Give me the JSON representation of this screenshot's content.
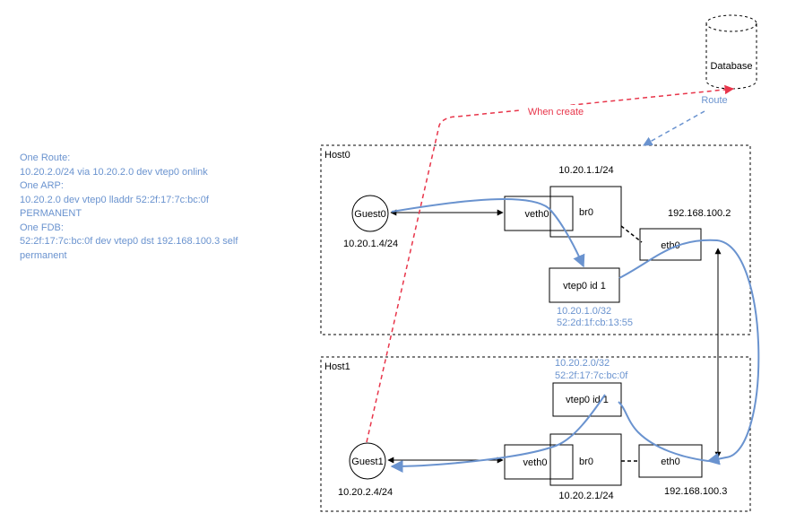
{
  "info_notes": [
    "One Route:",
    "10.20.2.0/24 via 10.20.2.0 dev vtep0 onlink",
    "One ARP:",
    "10.20.2.0 dev vtep0 lladdr 52:2f:17:7c:bc:0f",
    "PERMANENT",
    "One FDB:",
    "52:2f:17:7c:bc:0f dev vtep0 dst 192.168.100.3 self",
    "permanent"
  ],
  "database": {
    "label": "Database",
    "route_label": "Route",
    "when_create_label": "When create"
  },
  "host0": {
    "title": "Host0",
    "guest": "Guest0",
    "guest_ip": "10.20.1.4/24",
    "veth": "veth0",
    "bridge": "br0",
    "bridge_ip": "10.20.1.1/24",
    "eth": "eth0",
    "eth_ip": "192.168.100.2",
    "vtep": "vtep0 id 1",
    "vtep_ip": "10.20.1.0/32",
    "vtep_mac": "52:2d:1f:cb:13:55"
  },
  "host1": {
    "title": "Host1",
    "guest": "Guest1",
    "guest_ip": "10.20.2.4/24",
    "veth": "veth0",
    "bridge": "br0",
    "bridge_ip": "10.20.2.1/24",
    "eth": "eth0",
    "eth_ip": "192.168.100.3",
    "vtep": "vtep0 id 1",
    "vtep_ip": "10.20.2.0/32",
    "vtep_mac": "52:2f:17:7c:bc:0f"
  },
  "colors": {
    "flow": "#6a93cf",
    "create": "#e8364b",
    "text": "#000000"
  }
}
